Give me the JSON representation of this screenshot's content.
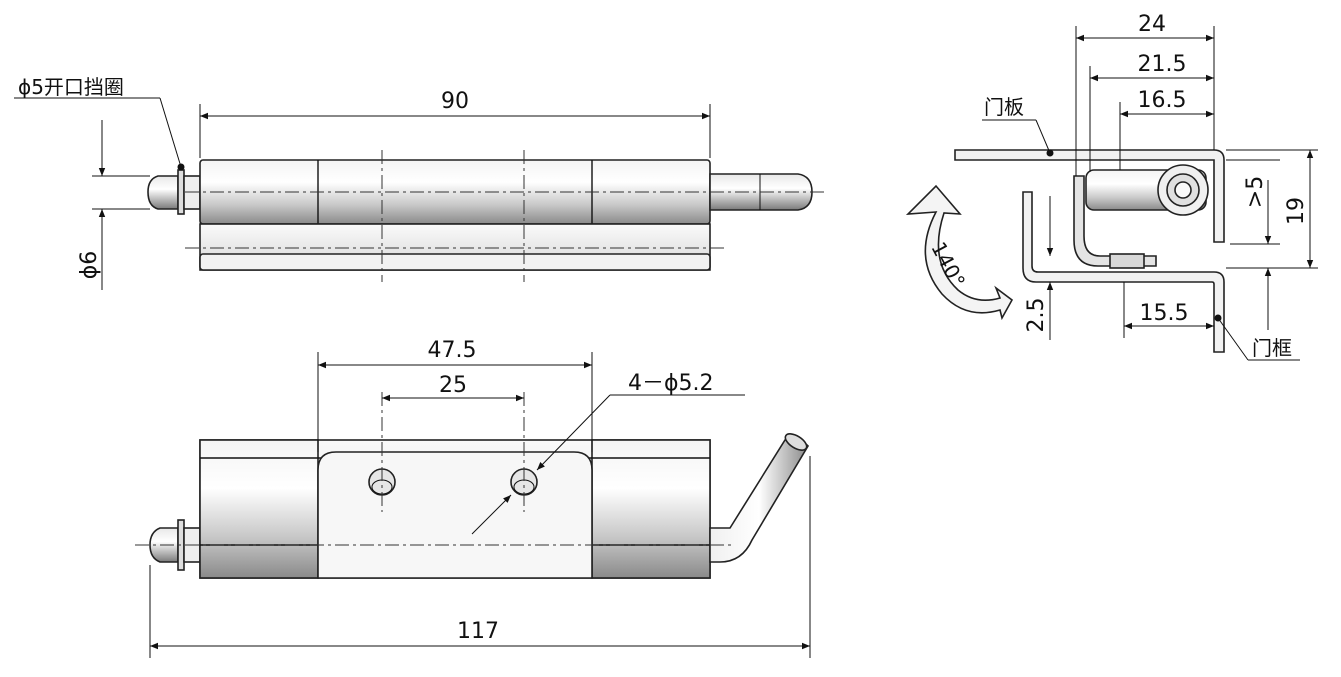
{
  "top_view": {
    "dim_length": "90",
    "dim_diameter": "ϕ6",
    "ring_label": "ϕ5开口挡圈"
  },
  "front_view": {
    "dim_hole_outer": "47.5",
    "dim_hole_inner": "25",
    "dim_holes": "4－ϕ5.2",
    "dim_total": "117"
  },
  "side_view": {
    "dim_24": "24",
    "dim_21_5": "21.5",
    "dim_16_5": "16.5",
    "dim_15_5": "15.5",
    "dim_2_5": "2.5",
    "dim_gt5": ">5",
    "dim_19": "19",
    "angle": "140°",
    "door_panel_label": "门板",
    "door_frame_label": "门框"
  }
}
